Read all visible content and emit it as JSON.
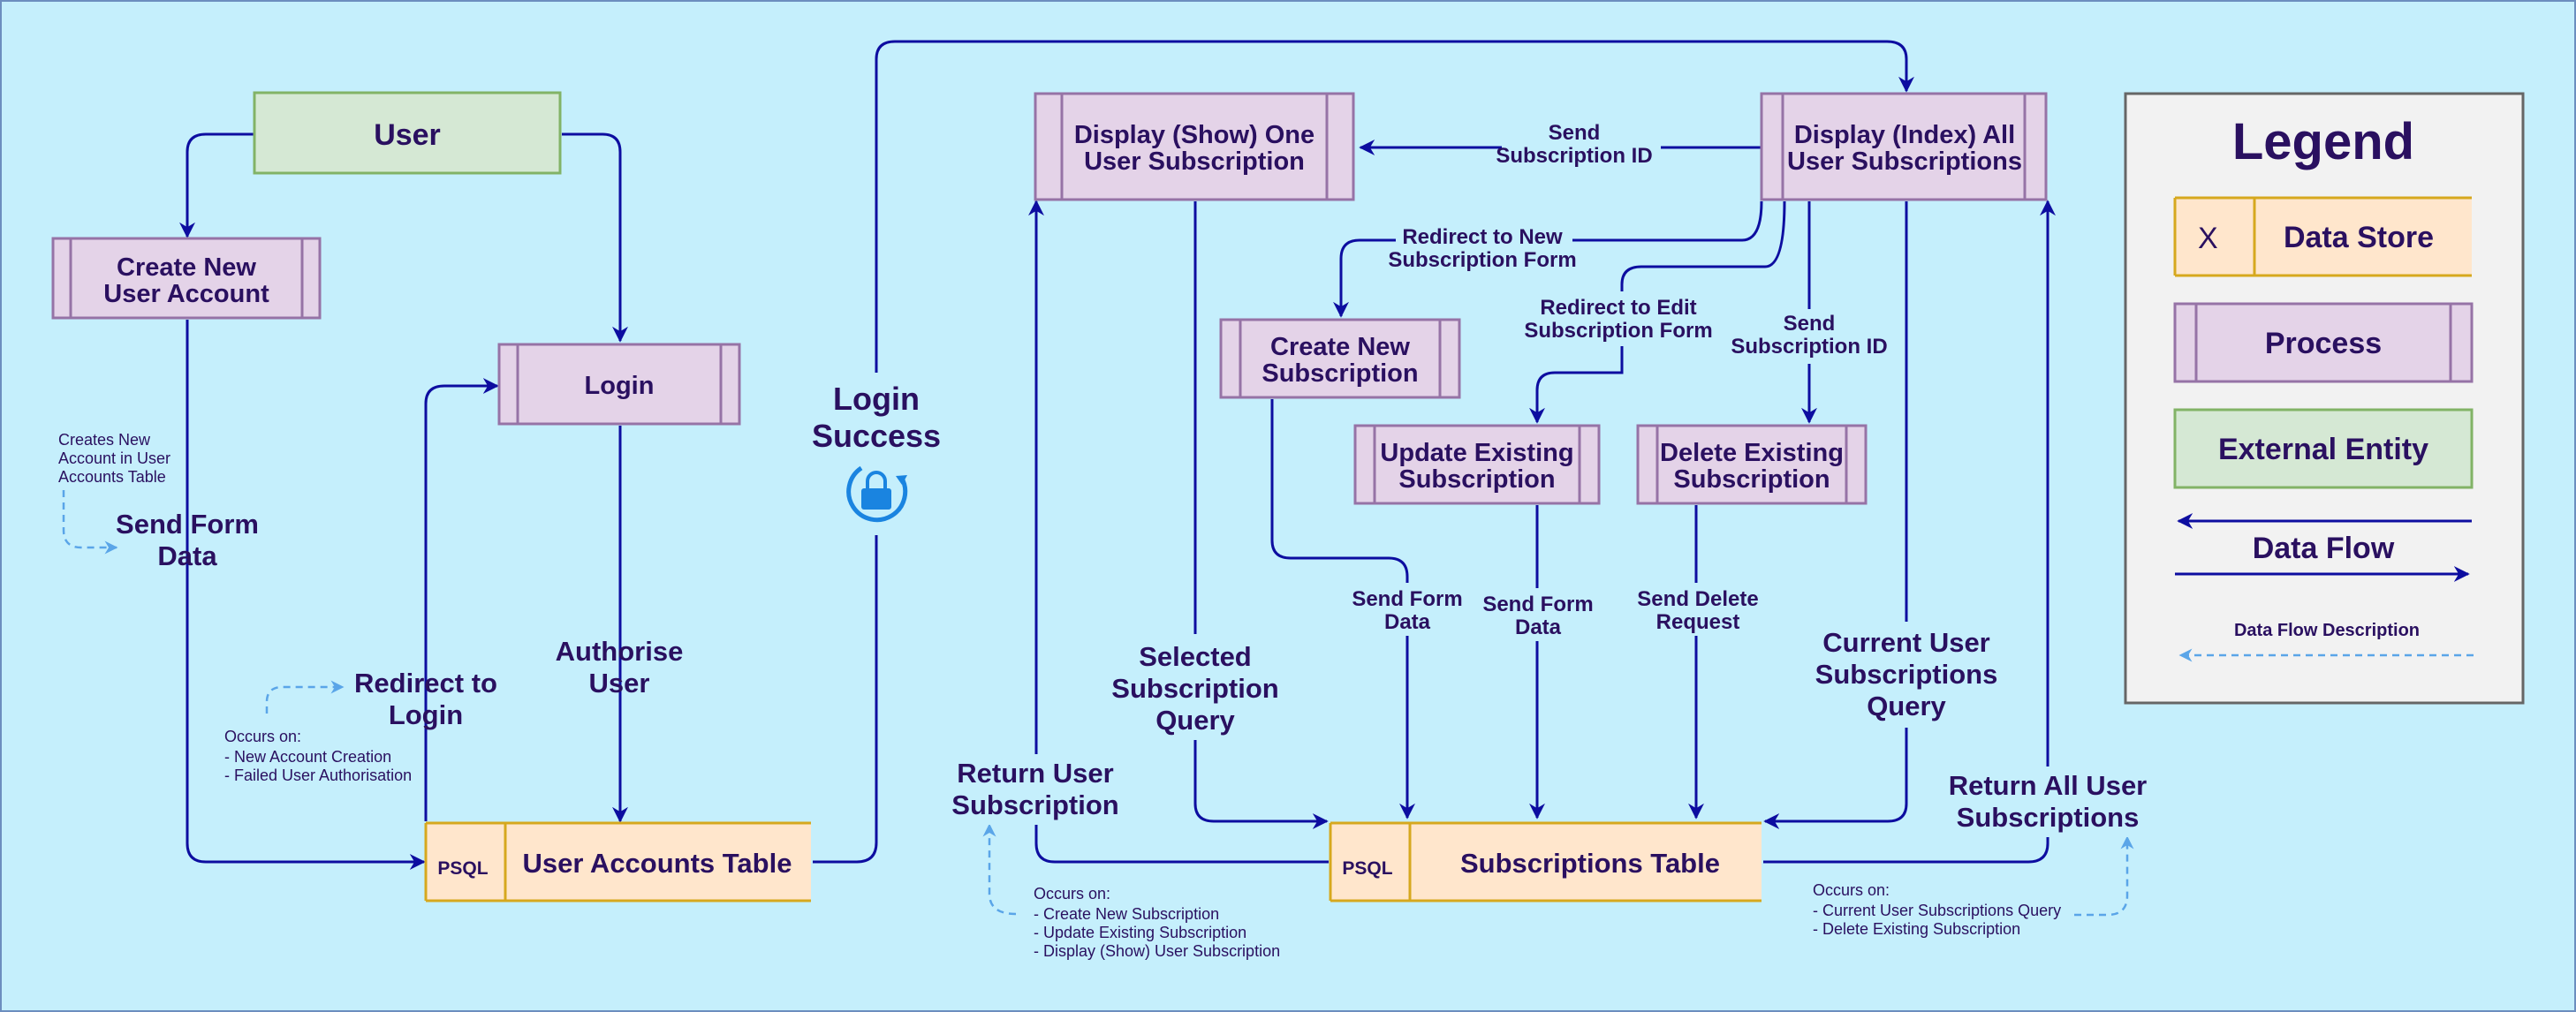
{
  "nodes": {
    "user": "User",
    "create_account": [
      "Create New",
      "User Account"
    ],
    "login": "Login",
    "user_accounts_table": "User Accounts Table",
    "user_accounts_tag": "PSQL",
    "show_one": [
      "Display (Show) One",
      "User Subscription"
    ],
    "index_all": [
      "Display (Index) All",
      "User Subscriptions"
    ],
    "create_sub": [
      "Create New",
      "Subscription"
    ],
    "update_sub": [
      "Update Existing",
      "Subscription"
    ],
    "delete_sub": [
      "Delete Existing",
      "Subscription"
    ],
    "subscriptions_table": "Subscriptions Table",
    "subscriptions_tag": "PSQL"
  },
  "flows": {
    "send_form_data_main": [
      "Send Form",
      "Data"
    ],
    "authorise_user": [
      "Authorise",
      "User"
    ],
    "redirect_to_login": [
      "Redirect to",
      "Login"
    ],
    "login_success": [
      "Login",
      "Success"
    ],
    "send_sub_id_top": [
      "Send",
      "Subscription ID"
    ],
    "redirect_new_form": [
      "Redirect to New",
      "Subscription Form"
    ],
    "redirect_edit_form": [
      "Redirect to Edit",
      "Subscription Form"
    ],
    "send_sub_id_delete": [
      "Send",
      "Subscription ID"
    ],
    "send_form_data_create": [
      "Send Form",
      "Data"
    ],
    "send_form_data_update": [
      "Send Form",
      "Data"
    ],
    "send_delete_request": [
      "Send Delete",
      "Request"
    ],
    "selected_sub_query": [
      "Selected",
      "Subscription",
      "Query"
    ],
    "current_user_subs_query": [
      "Current User",
      "Subscriptions",
      "Query"
    ],
    "return_user_sub": [
      "Return User",
      "Subscription"
    ],
    "return_all_user_subs": [
      "Return All User",
      "Subscriptions"
    ]
  },
  "notes": {
    "creates_account": [
      "Creates New",
      "Account in User",
      "Accounts Table"
    ],
    "redirect_occurs_title": "Occurs on:",
    "redirect_occurs_items": [
      "- New Account Creation",
      "- Failed User Authorisation"
    ],
    "return_user_occurs_title": "Occurs on:",
    "return_user_occurs_items": [
      "- Create New Subscription",
      "- Update Existing Subscription",
      "- Display (Show) User Subscription"
    ],
    "return_all_occurs_title": "Occurs on:",
    "return_all_occurs_items": [
      "- Current User Subscriptions Query",
      "- Delete Existing Subscription"
    ]
  },
  "legend": {
    "title": "Legend",
    "data_store_tag": "X",
    "data_store": "Data Store",
    "process": "Process",
    "external_entity": "External Entity",
    "data_flow": "Data Flow",
    "data_flow_description": "Data Flow Description"
  },
  "colors": {
    "background": "#c5effc",
    "flow": "#0d0da0",
    "description_flow": "#5aa5e8",
    "process_fill": "#e4d3e8",
    "process_stroke": "#9673a6",
    "store_fill": "#ffe6cc",
    "store_stroke": "#d6a81e",
    "entity_fill": "#d5e8d4",
    "entity_stroke": "#82b366",
    "legend_fill": "#f2f2f2",
    "text": "#2a1060"
  }
}
